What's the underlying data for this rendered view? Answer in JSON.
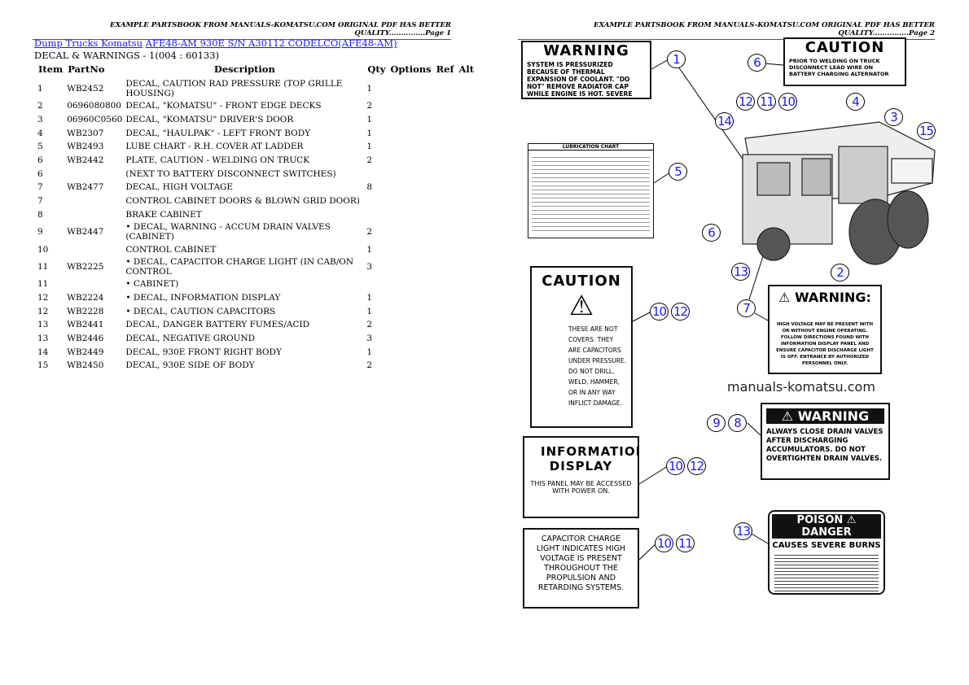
{
  "header_left": "EXAMPLE PARTSBOOK FROM MANUALS-KOMATSU.COM ORIGINAL PDF HAS BETTER QUALITY...............Page 1",
  "header_right": "EXAMPLE PARTSBOOK FROM MANUALS-KOMATSU.COM ORIGINAL PDF HAS BETTER QUALITY...............Page 2",
  "breadcrumb": {
    "link1": "Dump Trucks Komatsu",
    "link2": "AFE48-AM 930E S/N A30112 CODELCO(AFE48-AM)"
  },
  "section": "DECAL & WARNINGS - 1(004 : 60133)",
  "columns": [
    "Item",
    "PartNo",
    "Description",
    "Qty",
    "Options",
    "Ref",
    "Alt"
  ],
  "rows": [
    [
      "1",
      "WB2452",
      "DECAL, CAUTION RAD PRESSURE (TOP GRILLE HOUSING)",
      "1"
    ],
    [
      "2",
      "0696080800",
      "DECAL, \"KOMATSU\" - FRONT EDGE DECKS",
      "2"
    ],
    [
      "3",
      "06960C0560",
      "DECAL, \"KOMATSU\" DRIVER'S DOOR",
      "1"
    ],
    [
      "4",
      "WB2307",
      "DECAL, \"HAULPAK\" - LEFT FRONT BODY",
      "1"
    ],
    [
      "5",
      "WB2493",
      "LUBE CHART - R.H. COVER AT LADDER",
      "1"
    ],
    [
      "6",
      "WB2442",
      "PLATE, CAUTION - WELDING ON TRUCK",
      "2"
    ],
    [
      "6",
      "",
      "(NEXT TO BATTERY DISCONNECT SWITCHES)",
      ""
    ],
    [
      "7",
      "WB2477",
      "DECAL, HIGH VOLTAGE",
      "8"
    ],
    [
      "7",
      "",
      "CONTROL CABINET DOORS & BLOWN GRID DOOR)",
      ""
    ],
    [
      "8",
      "",
      "BRAKE CABINET",
      ""
    ],
    [
      "9",
      "WB2447",
      "• DECAL, WARNING - ACCUM DRAIN VALVES (CABINET)",
      "2"
    ],
    [
      "10",
      "",
      "CONTROL CABINET",
      "1"
    ],
    [
      "11",
      "WB2225",
      "• DECAL, CAPACITOR CHARGE LIGHT (IN CAB/ON CONTROL",
      "3"
    ],
    [
      "11",
      "",
      "• CABINET)",
      ""
    ],
    [
      "12",
      "WB2224",
      "• DECAL, INFORMATION DISPLAY",
      "1"
    ],
    [
      "12",
      "WB2228",
      "• DECAL, CAUTION CAPACITORS",
      "1"
    ],
    [
      "13",
      "WB2441",
      "DECAL, DANGER BATTERY FUMES/ACID",
      "2"
    ],
    [
      "13",
      "WB2446",
      "DECAL, NEGATIVE GROUND",
      "3"
    ],
    [
      "14",
      "WB2449",
      "DECAL, 930E FRONT RIGHT BODY",
      "1"
    ],
    [
      "15",
      "WB2450",
      "DECAL, 930E SIDE OF BODY",
      "2"
    ]
  ],
  "diagram": {
    "watermark": "manuals-komatsu.com",
    "decals": {
      "warning_rad": {
        "title": "WARNING",
        "text": "SYSTEM IS PRESSURIZED BECAUSE OF THERMAL EXPANSION OF COOLANT. \"DO NOT\" REMOVE RADIATOR CAP WHILE ENGINE IS HOT. SEVERE BURNS MAY RESULT."
      },
      "caution_weld": {
        "title": "CAUTION",
        "text": "PRIOR TO WELDING ON TRUCK DISCONNECT LEAD WIRE ON BATTERY CHARGING ALTERNATOR"
      },
      "lube": {
        "title": "LUBRICATION CHART"
      },
      "caution_cap": {
        "title": "CAUTION",
        "text": "THESE ARE NOT COVERS. THEY ARE CAPACITORS UNDER PRESSURE. DO NOT DRILL, WELD, HAMMER, OR IN ANY WAY INFLICT DAMAGE."
      },
      "warning_hv": {
        "title": "WARNING:",
        "text": "HIGH VOLTAGE MAY BE PRESENT WITH OR WITHOUT ENGINE OPERATING. FOLLOW DIRECTIONS FOUND WITH INFORMATION DISPLAY PANEL AND ENSURE CAPACITOR DISCHARGE LIGHT IS OFF. ENTRANCE BY AUTHORIZED PERSONNEL ONLY."
      },
      "warning_drain": {
        "title": "WARNING",
        "text": "ALWAYS CLOSE DRAIN VALVES AFTER DISCHARGING ACCUMULATORS. DO NOT OVERTIGHTEN DRAIN VALVES."
      },
      "info": {
        "title": "INFORMATION DISPLAY",
        "text": "THIS PANEL MAY BE ACCESSED WITH POWER ON."
      },
      "cap_light": {
        "text": "CAPACITOR CHARGE LIGHT INDICATES HIGH VOLTAGE IS PRESENT THROUGHOUT THE PROPULSION AND RETARDING SYSTEMS."
      },
      "poison": {
        "title": "POISON ⚠ DANGER",
        "subtitle": "CAUSES SEVERE BURNS"
      }
    },
    "callouts": [
      "1",
      "6",
      "12",
      "11",
      "10",
      "4",
      "14",
      "3",
      "15",
      "5",
      "6",
      "13",
      "2",
      "7",
      "10",
      "12",
      "9",
      "8",
      "10",
      "12",
      "10",
      "11",
      "13"
    ]
  }
}
